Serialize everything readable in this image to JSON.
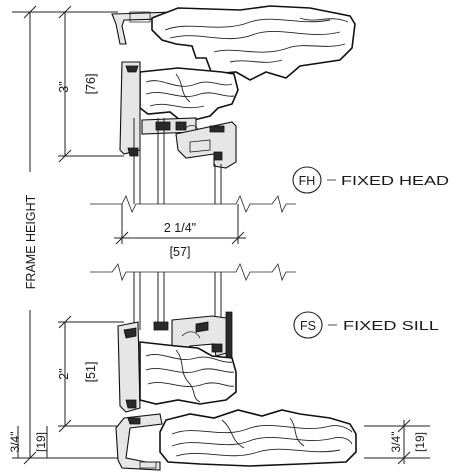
{
  "labels": {
    "frame_height": "FRAME HEIGHT",
    "head_dim_in": "3\"",
    "head_dim_mm": "[76]",
    "glass_dim_in": "2 1/4\"",
    "glass_dim_mm": "[57]",
    "sill_dim_in": "2\"",
    "sill_dim_mm": "[51]",
    "sill_ext_left_in": "3/4\"",
    "sill_ext_left_mm": "[19]",
    "sill_ext_right_in": "3/4\"",
    "sill_ext_right_mm": "[19]"
  },
  "callouts": {
    "head_code": "FH",
    "head_text": "FIXED HEAD",
    "sill_code": "FS",
    "sill_text": "FIXED SILL"
  }
}
